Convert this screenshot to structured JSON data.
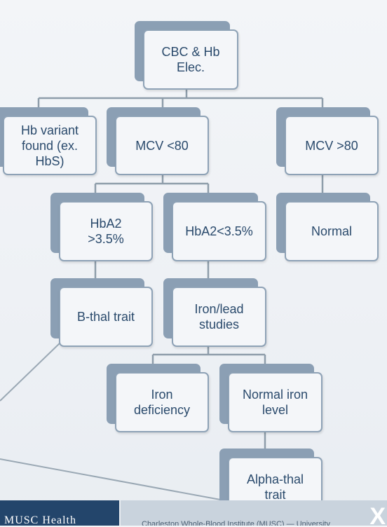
{
  "diagram": {
    "nodes": {
      "cbc": "CBC & Hb\nElec.",
      "hb_variant": "Hb variant\nfound (ex.\nHbS)",
      "mcv_low": "MCV <80",
      "mcv_high": "MCV >80",
      "hba2_high": "HbA2\n>3.5%",
      "hba2_low": "HbA2<3.5%",
      "normal": "Normal",
      "bthal": "B-thal trait",
      "iron_lead": "Iron/lead\nstudies",
      "iron_def": "Iron\ndeficiency",
      "normal_iron": "Normal iron\nlevel",
      "alpha_thal": "Alpha-thal\ntrait"
    },
    "edges": [
      [
        "cbc",
        "hb_variant"
      ],
      [
        "cbc",
        "mcv_low"
      ],
      [
        "cbc",
        "mcv_high"
      ],
      [
        "mcv_low",
        "hba2_high"
      ],
      [
        "mcv_low",
        "hba2_low"
      ],
      [
        "mcv_high",
        "normal"
      ],
      [
        "hba2_high",
        "bthal"
      ],
      [
        "hba2_low",
        "iron_lead"
      ],
      [
        "iron_lead",
        "iron_def"
      ],
      [
        "iron_lead",
        "normal_iron"
      ],
      [
        "normal_iron",
        "alpha_thal"
      ]
    ]
  },
  "footer": {
    "logo_text": "MUSC Health",
    "credit_text": "Charleston Whole-Blood Institute (MUSC) — University",
    "mark": "X"
  },
  "colors": {
    "shadow": "#8b9fb4",
    "card_fill": "#f4f6f9",
    "card_border": "#8ea2b6",
    "text": "#2a4a6c",
    "connector": "#8e9daa",
    "footer_dark": "#23456b",
    "footer_light": "#c9d3dd"
  }
}
